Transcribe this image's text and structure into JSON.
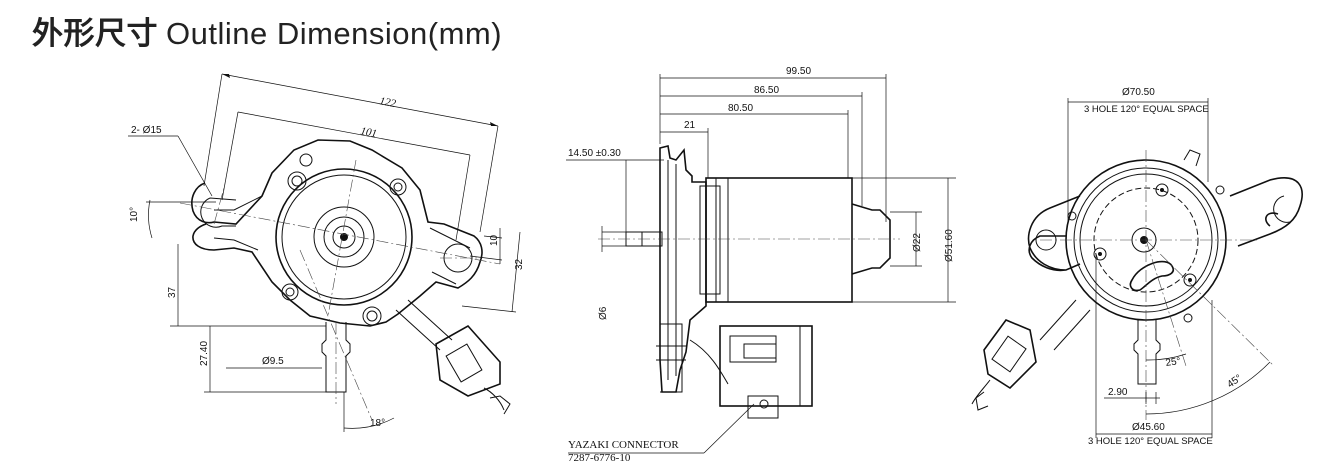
{
  "header": {
    "title_cn": "外形尺寸",
    "title_en": "Outline Dimension(mm)"
  },
  "view_left": {
    "dims": {
      "d122": "122",
      "d101": "101",
      "holes": "2- Ø15",
      "angle10": "10°",
      "d10": "10",
      "d32": "32",
      "d37": "37",
      "d27_40": "27.40",
      "dia9_5": "Ø9.5",
      "angle18": "18°"
    }
  },
  "view_middle": {
    "dims": {
      "d99_50": "99.50",
      "d86_50": "86.50",
      "d80_50": "80.50",
      "d21": "21",
      "d14_50": "14.50 ±0.30",
      "dia22": "Ø22",
      "dia51_60": "Ø51.60",
      "dia6": "Ø6"
    },
    "connector_label_1": "YAZAKI CONNECTOR",
    "connector_label_2": "7287-6776-10"
  },
  "view_right": {
    "dims": {
      "dia70_50": "Ø70.50",
      "holes_top": "3 HOLE  120° EQUAL SPACE",
      "angle25": "25°",
      "angle45": "45°",
      "d2_90": "2.90",
      "dia45_60": "Ø45.60",
      "holes_bottom": "3 HOLE 120° EQUAL SPACE"
    }
  }
}
